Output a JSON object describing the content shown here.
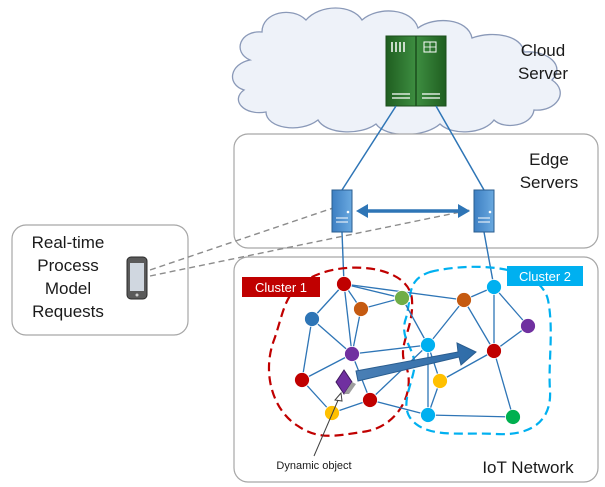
{
  "cloud": {
    "label_line1": "Cloud",
    "label_line2": "Server"
  },
  "edge": {
    "label_line1": "Edge",
    "label_line2": "Servers"
  },
  "requests": {
    "lines": [
      "Real-time",
      "Process",
      "Model",
      "Requests"
    ]
  },
  "iot": {
    "label": "IoT Network"
  },
  "cluster1": {
    "label": "Cluster 1",
    "color": "#c00000"
  },
  "cluster2": {
    "label": "Cluster 2",
    "color": "#00b0f0"
  },
  "dynamic_object": {
    "label": "Dynamic object",
    "color": "#7030a0"
  },
  "colors": {
    "red": "#c00000",
    "orange": "#c55a11",
    "green": "#70ad47",
    "dkgreen": "#00b050",
    "blue": "#2e75b6",
    "purple": "#7030a0",
    "yellow": "#ffc000",
    "cyan": "#00b0f0",
    "link": "#2e75b6",
    "server_green": "#2e7d32"
  }
}
